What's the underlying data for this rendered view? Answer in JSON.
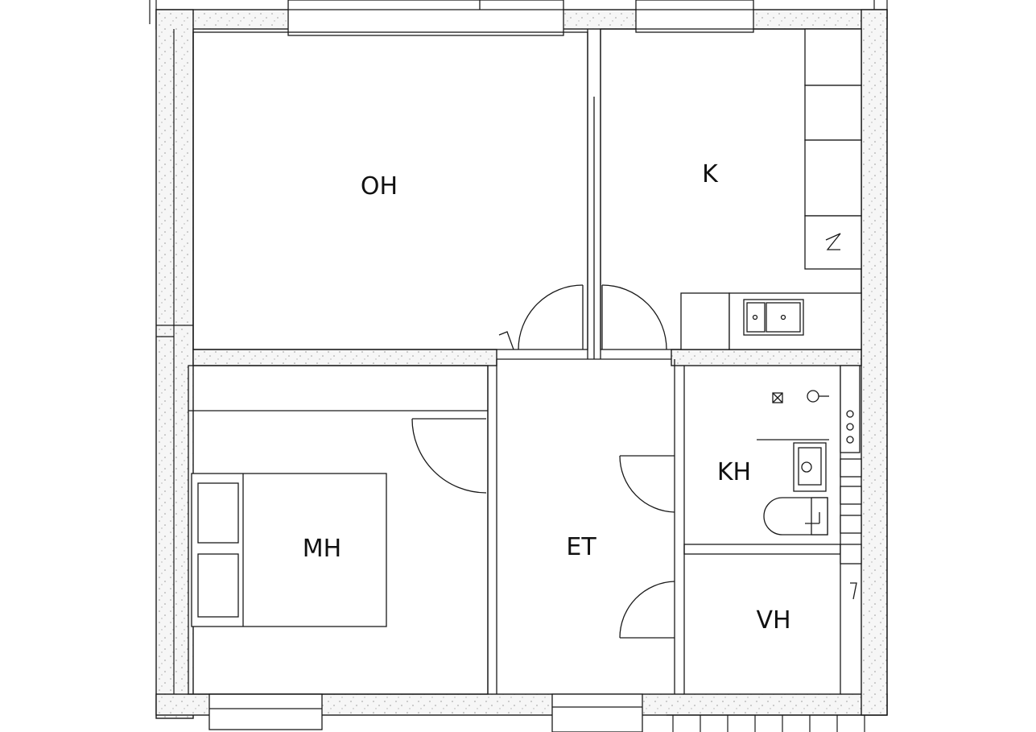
{
  "colors": {
    "line": "#1a1a1a",
    "wall_fill": "#f3f3f3",
    "wall_hatch": "#8a8a8a",
    "background": "#ffffff"
  },
  "rooms": {
    "oh": "OH",
    "k": "K",
    "mh": "MH",
    "et": "ET",
    "kh": "KH",
    "vh": "VH"
  }
}
